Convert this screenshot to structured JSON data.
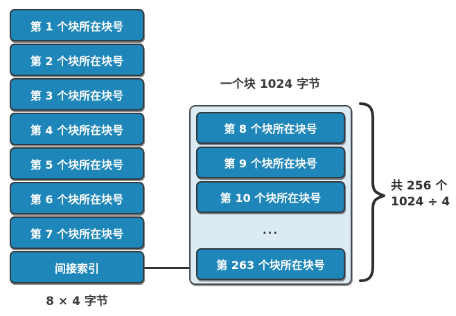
{
  "left_column": {
    "items": [
      "第 1 个块所在块号",
      "第 2 个块所在块号",
      "第 3 个块所在块号",
      "第 4 个块所在块号",
      "第 5 个块所在块号",
      "第 6 个块所在块号",
      "第 7 个块所在块号"
    ],
    "indirect_label": "间接索引",
    "caption": "8 × 4 字节"
  },
  "indirect_block": {
    "title": "一个块 1024 字节",
    "items": [
      "第 8 个块所在块号",
      "第 9 个块所在块号",
      "第 10 个块所在块号"
    ],
    "ellipsis": "...",
    "last_item": "第 263 个块所在块号"
  },
  "brace_note": {
    "line1": "共 256 个",
    "line2": "1024 ÷ 4"
  },
  "colors": {
    "node_fill": "#1E86B8",
    "node_border": "#333A40",
    "container_fill": "#DCEBF3",
    "text_dark": "#2E2E2E",
    "text_light": "#FFFFFF"
  }
}
